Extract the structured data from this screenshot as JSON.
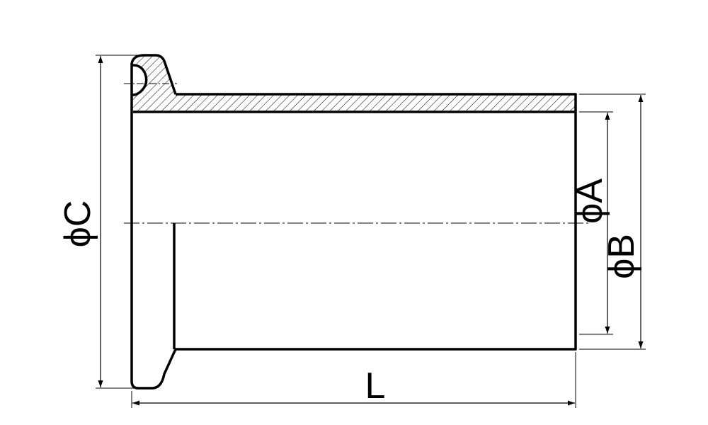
{
  "drawing": {
    "labels": {
      "dia_c": "ϕC",
      "dia_a": "ϕA",
      "dia_b": "ϕB",
      "length": "L"
    }
  },
  "colors": {
    "line": "#000000",
    "background": "#ffffff"
  }
}
